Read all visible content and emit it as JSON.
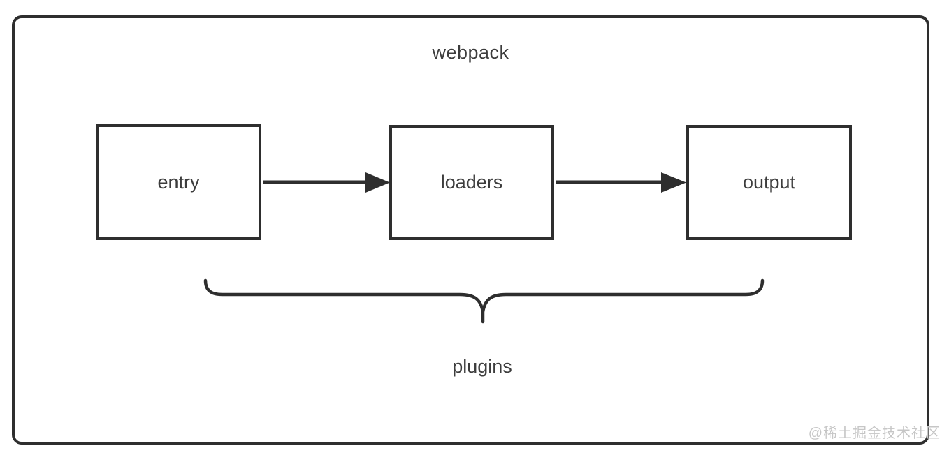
{
  "diagram": {
    "title": "webpack",
    "nodes": [
      {
        "id": "entry",
        "label": "entry"
      },
      {
        "id": "loaders",
        "label": "loaders"
      },
      {
        "id": "output",
        "label": "output"
      }
    ],
    "edges": [
      {
        "from": "entry",
        "to": "loaders",
        "style": "solid-arrow"
      },
      {
        "from": "loaders",
        "to": "output",
        "style": "solid-arrow"
      }
    ],
    "brace": {
      "label": "plugins",
      "spans": [
        "entry",
        "loaders",
        "output"
      ]
    }
  },
  "watermark": "@稀土掘金技术社区",
  "colors": {
    "line": "#2e2e2e",
    "text": "#3d3d3d",
    "watermark": "#c6c6c6",
    "background": "#ffffff"
  }
}
